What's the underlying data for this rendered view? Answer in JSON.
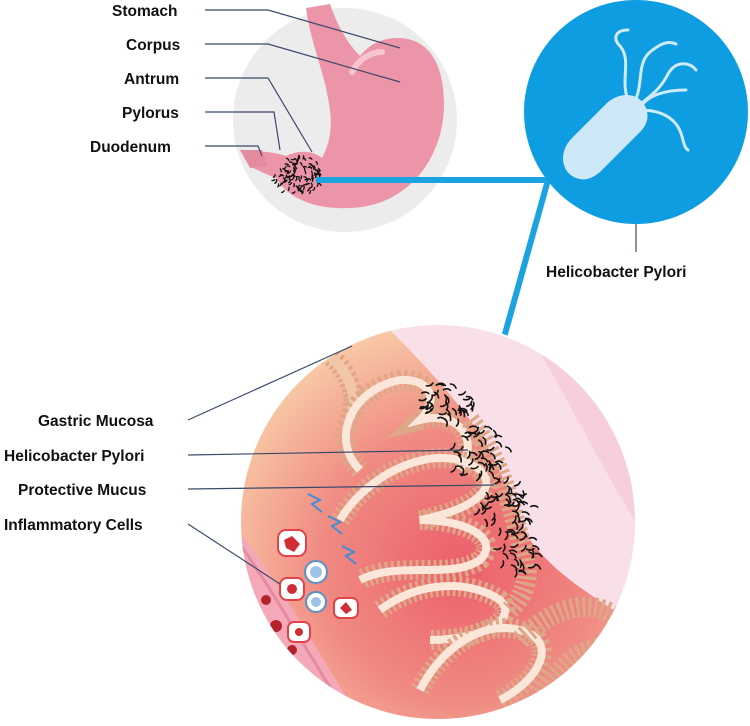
{
  "labels": {
    "stomach": "Stomach",
    "corpus": "Corpus",
    "antrum": "Antrum",
    "pylorus": "Pylorus",
    "duodenum": "Duodenum",
    "hpylori_top": "Helicobacter Pylori",
    "gastric_mucosa": "Gastric Mucosa",
    "hpylori_detail": "Helicobacter Pylori",
    "protective_mucus": "Protective Mucus",
    "inflammatory_cells": "Inflammatory Cells"
  },
  "colors": {
    "stomach_pink": "#ec95a8",
    "stomach_bg": "#ececec",
    "connector_blue": "#1aa3e0",
    "bacterium_circle": "#0d9de0",
    "mucosa_tan": "#dea788",
    "tissue_red": "#ea6a72",
    "lumen_pink": "#f6cede"
  }
}
